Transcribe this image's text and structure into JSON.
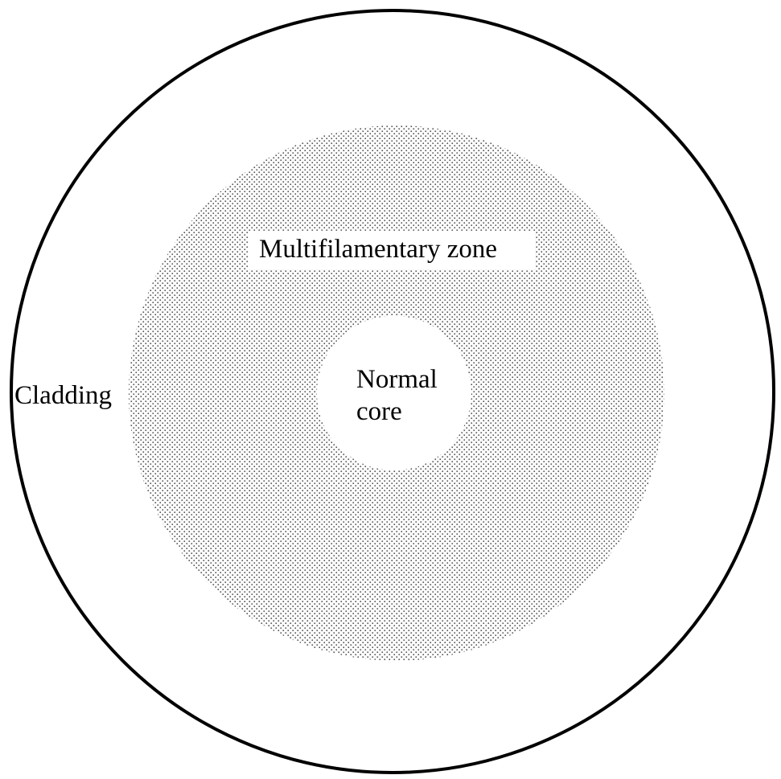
{
  "labels": {
    "zone": "Multifilamentary zone",
    "core_line1": "Normal",
    "core_line2": "core",
    "cladding": "Cladding"
  },
  "colors": {
    "outline": "#000000",
    "background": "#ffffff",
    "stipple": "#4a4a4a"
  }
}
